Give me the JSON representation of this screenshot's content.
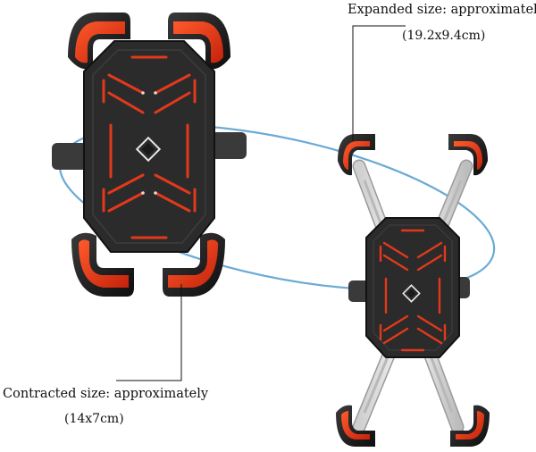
{
  "expanded": {
    "label": "Expanded size: approximately",
    "dimensions": "(19.2x9.4cm)"
  },
  "contracted": {
    "label": "Contracted size: approximately",
    "dimensions": "(14x7cm)"
  },
  "colors": {
    "body": "#2b2b2b",
    "accent": "#e2391b",
    "claw": "#171717",
    "arm": "#e6e6e6",
    "orbit": "#6aaad4",
    "leader": "#111111"
  }
}
